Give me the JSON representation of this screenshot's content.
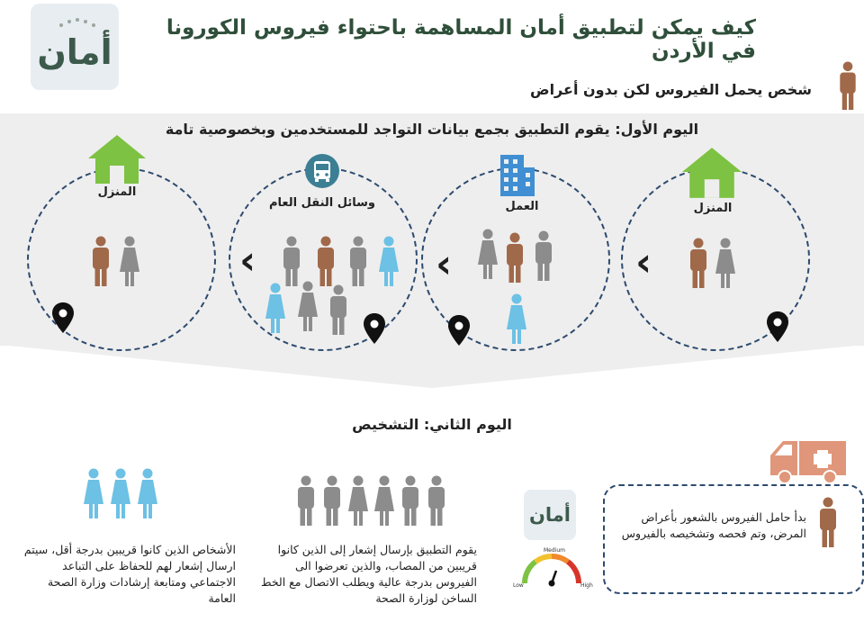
{
  "title": "كيف يمكن لتطبيق أمان المساهمة باحتواء فيروس الكورونا في الأردن",
  "logo": {
    "text": "أمان"
  },
  "legend": {
    "text": "شخص يحمل الفيروس لكن بدون أعراض"
  },
  "day1": {
    "heading": "اليوم الأول: يقوم التطبيق بجمع بيانات التواجد للمستخدمين وبخصوصية تامة"
  },
  "places": [
    {
      "label": "المنزل"
    },
    {
      "label": "العمل"
    },
    {
      "label": "وسائل النقل العام"
    },
    {
      "label": "المنزل"
    }
  ],
  "day2": {
    "heading": "اليوم الثاني: التشخيص"
  },
  "diagnosis": {
    "text": "بدأ حامل الفيروس بالشعور بأعراض المرض، وتم فحصه وتشخيصه بالفيروس"
  },
  "gauge": {
    "low": "Low",
    "medium": "Medium",
    "high": "High"
  },
  "notify_high": {
    "text": "يقوم التطبيق بإرسال إشعار إلى الذين كانوا قريبين من المصاب، والذين تعرضوا الى الفيروس بدرجة عالية ويطلب الاتصال مع الخط الساخن لوزارة الصحة"
  },
  "notify_low": {
    "text": "الأشخاص الذين كانوا قريبين بدرجة أقل، سيتم ارسال إشعار لهم للحفاظ على التباعد الاجتماعي ومتابعة إرشادات وزارة الصحة العامة"
  },
  "colors": {
    "carrier": "#a0694a",
    "exposed_high": "#8c8c8c",
    "exposed_low": "#6cc1e4",
    "house": "#7dc242",
    "building": "#3f8fd2",
    "bus": "#3c7f95",
    "ambulance": "#e0967a",
    "circle": "#2d4a6e"
  }
}
